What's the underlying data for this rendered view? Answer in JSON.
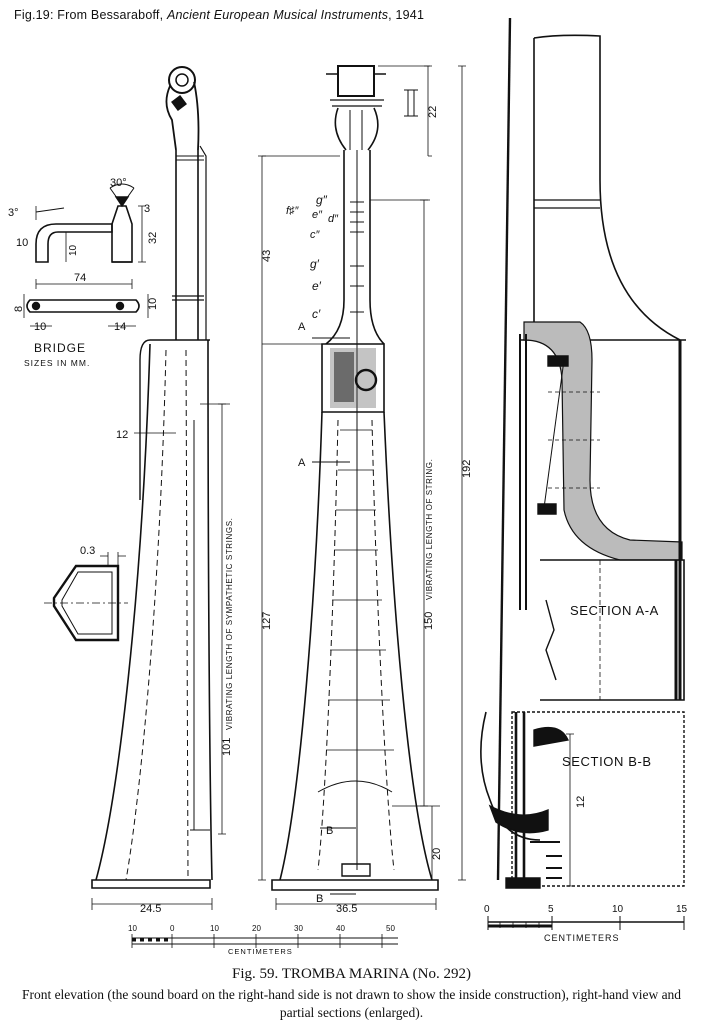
{
  "header": {
    "prefix": "Fig.19: From Bessaraboff, ",
    "book": "Ancient European Musical Instruments",
    "year": ", 1941"
  },
  "bridge": {
    "title": "BRIDGE",
    "subtitle": "SIZES IN MM.",
    "dims": {
      "angle_small": "3°",
      "angle_large": "30°",
      "d3": "3",
      "d10_left": "10",
      "d10_inner": "10",
      "d32": "32",
      "d74": "74",
      "d8": "8",
      "d10_bottom": "10",
      "d14": "14",
      "d10_right": "10"
    }
  },
  "side_view": {
    "dim_width": "24.5",
    "dim_12": "12",
    "dim_101": "101",
    "dim_03": "0.3",
    "vertical_label": "VIBRATING LENGTH OF SYMPATHETIC STRINGS."
  },
  "front_view": {
    "dim_43": "43",
    "dim_127": "127",
    "dim_150": "150",
    "dim_192": "192",
    "dim_22": "22",
    "dim_20": "20",
    "dim_width": "36.5",
    "vertical_label": "VIBRATING LENGTH OF STRING.",
    "notes": [
      "g″",
      "f♯″",
      "e″",
      "d″",
      "c″",
      "g′",
      "e′",
      "c′"
    ],
    "section_marks": [
      "A",
      "A",
      "B",
      "B"
    ]
  },
  "sections": {
    "a_label": "SECTION A-A",
    "b_label": "SECTION B-B",
    "b_dim": "12"
  },
  "scale_left": {
    "ticks": [
      "10",
      "0",
      "10",
      "20",
      "30",
      "40",
      "50"
    ],
    "unit": "CENTIMETERS"
  },
  "scale_right": {
    "ticks": [
      "0",
      "5",
      "10",
      "15"
    ],
    "unit": "CENTIMETERS"
  },
  "caption": {
    "title": "Fig. 59. TROMBA MARINA (No. 292)",
    "text": "Front elevation (the sound board on the right-hand side is not drawn to show the inside construction), right-hand view and partial sections (enlarged)."
  }
}
